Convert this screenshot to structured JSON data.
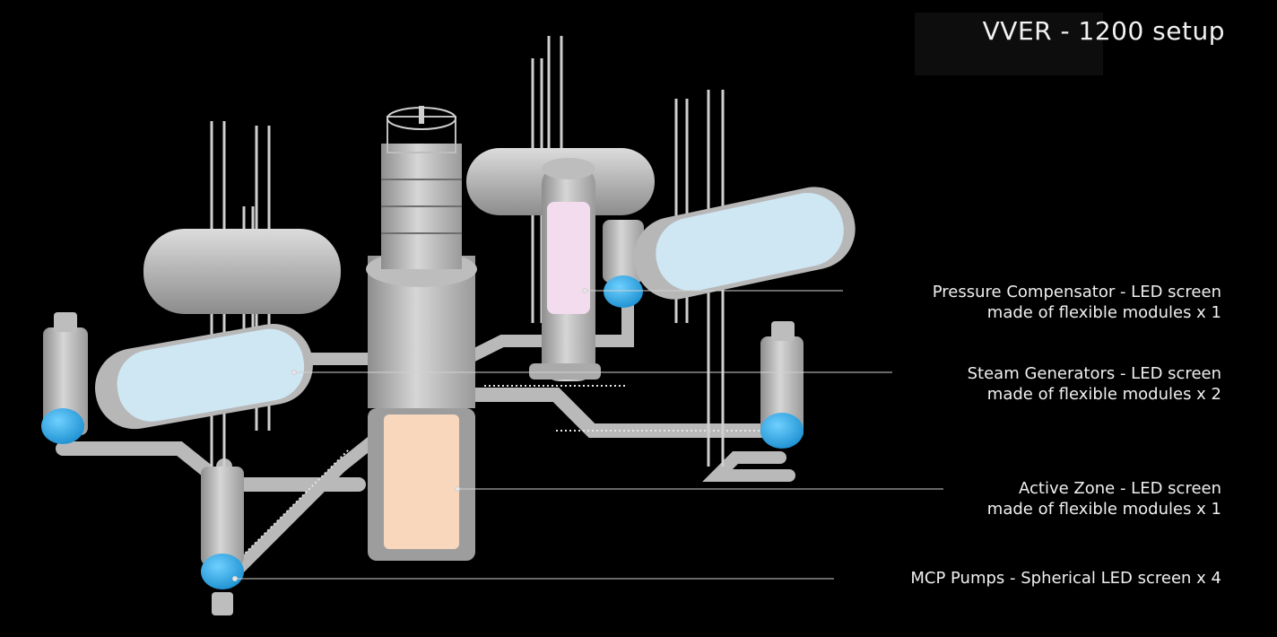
{
  "title": "VVER - 1200 setup",
  "callouts": [
    {
      "line1": "Pressure Compensator - LED screen",
      "line2": "made of flexible modules x 1"
    },
    {
      "line1": "Steam Generators - LED screen",
      "line2": "made of flexible modules x 2"
    },
    {
      "line1": "Active Zone - LED screen",
      "line2": "made of flexible modules x 1"
    },
    {
      "line1": "MCP Pumps - Spherical LED screen x 4",
      "line2": ""
    }
  ],
  "colors": {
    "background": "#000000",
    "metal": "#c9c9c9",
    "steam_generator_screen": "#cfe6f3",
    "pressure_compensator_screen": "#f4dcef",
    "active_zone_screen": "#f8d7bd",
    "pump_sphere": "#29a9e6"
  }
}
